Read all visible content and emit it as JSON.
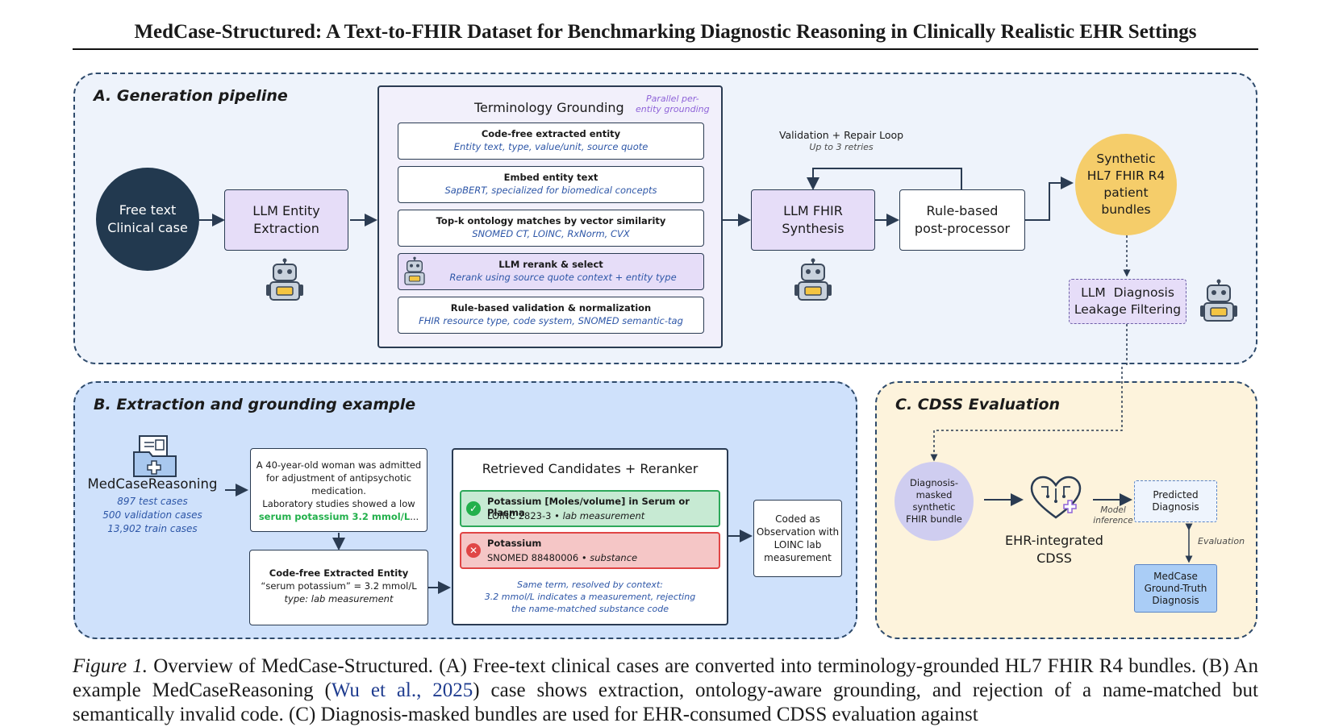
{
  "title": "MedCase-Structured: A Text-to-FHIR Dataset for Benchmarking Diagnostic Reasoning in Clinically Realistic EHR Settings",
  "panel_a": {
    "title": "A. Generation pipeline",
    "input_node": [
      "Free text",
      "Clinical case"
    ],
    "entity_extraction": [
      "LLM Entity",
      "Extraction"
    ],
    "grounding": {
      "title": "Terminology Grounding",
      "note": [
        "Parallel per-",
        "entity grounding"
      ],
      "steps": [
        {
          "title": "Code-free extracted entity",
          "subtitle": "Entity text, type, value/unit, source quote"
        },
        {
          "title": "Embed entity text",
          "subtitle": "SapBERT, specialized for biomedical concepts"
        },
        {
          "title": "Top-k ontology matches by vector similarity",
          "subtitle": "SNOMED CT, LOINC, RxNorm, CVX"
        },
        {
          "title": "LLM rerank & select",
          "subtitle": "Rerank using source quote context + entity type"
        },
        {
          "title": "Rule-based validation & normalization",
          "subtitle": "FHIR resource type, code system, SNOMED semantic-tag"
        }
      ]
    },
    "loop": {
      "title": "Validation + Repair Loop",
      "subtitle": "Up to 3 retries"
    },
    "fhir_synthesis": [
      "LLM FHIR",
      "Synthesis"
    ],
    "post_processor": [
      "Rule-based",
      "post-processor"
    ],
    "output_node": [
      "Synthetic",
      "HL7 FHIR R4",
      "patient",
      "bundles"
    ],
    "leakage_filter": [
      "LLM  Diagnosis",
      "Leakage Filtering"
    ]
  },
  "panel_b": {
    "title": "B. Extraction and grounding example",
    "source": {
      "name": "MedCaseReasoning",
      "stats": [
        "897 test cases",
        "500 validation cases",
        "13,902 train cases"
      ]
    },
    "case_text": {
      "lines": [
        "A 40-year-old woman was admitted",
        "for adjustment of antipsychotic",
        "medication.",
        "Laboratory studies showed a low"
      ],
      "highlight": "serum potassium 3.2 mmol/L",
      "ellipsis": "..."
    },
    "extracted": {
      "title": "Code-free Extracted Entity",
      "value": "“serum potassium” = 3.2 mmol/L",
      "type": "type: lab measurement"
    },
    "reranker": {
      "title": "Retrieved Candidates + Reranker",
      "accepted": {
        "name": "Potassium [Moles/volume] in Serum or Plasma",
        "code": "LOINC 2823-3 •",
        "kind": "lab measurement"
      },
      "rejected": {
        "name": "Potassium",
        "code": "SNOMED 88480006 •",
        "kind": "substance"
      },
      "note": [
        "Same term, resolved by context:",
        "3.2 mmol/L indicates a measurement, rejecting",
        "the name-matched substance code"
      ]
    },
    "coded": [
      "Coded as",
      "Observation with",
      "LOINC lab",
      "measurement"
    ]
  },
  "panel_c": {
    "title": "C. CDSS Evaluation",
    "masked": [
      "Diagnosis-",
      "masked",
      "synthetic",
      "FHIR bundle"
    ],
    "cdss": [
      "EHR-integrated",
      "CDSS"
    ],
    "model_inference": [
      "Model",
      "inference"
    ],
    "predicted": [
      "Predicted",
      "Diagnosis"
    ],
    "evaluation": "Evaluation",
    "ground_truth": [
      "MedCase",
      "Ground-Truth",
      "Diagnosis"
    ]
  },
  "caption": {
    "label": "Figure 1.",
    "text1": "Overview of MedCase-Structured.  (A) Free-text clinical cases are converted into terminology-grounded HL7 FHIR R4 bundles. (B) An example MedCaseReasoning (",
    "cite": "Wu et al., 2025",
    "text2": ") case shows extraction, ontology-aware grounding, and rejection of a name-matched but semantically invalid code.  (C) Diagnosis-masked bundles are used for EHR-consumed CDSS evaluation against"
  },
  "colors": {
    "panel_a_bg": "#eef3fb",
    "panel_b_bg": "#cfe1fb",
    "panel_c_bg": "#fdf3dc",
    "dark_node": "#22394f",
    "lavender": "#e6ddf8",
    "gold_node": "#f5cd6a",
    "accept_green": "#c7ead3",
    "reject_red": "#f5c6c6",
    "highlight_green": "#22b04b"
  }
}
